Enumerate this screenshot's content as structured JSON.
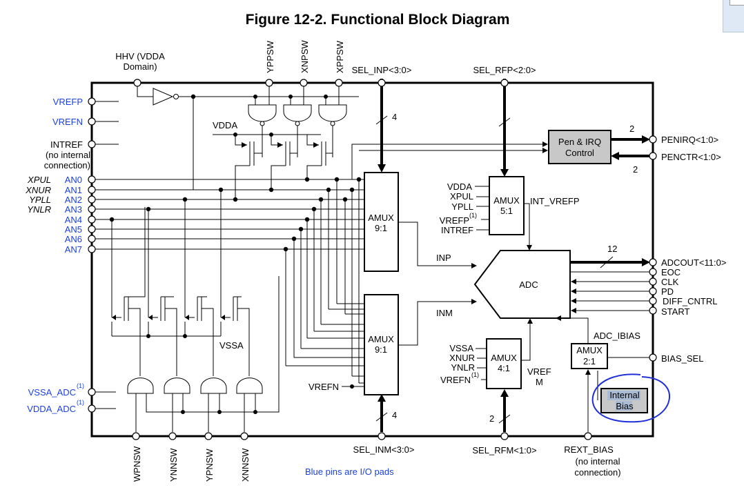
{
  "title": "Figure 12-2. Functional Block Diagram",
  "footnote": "Blue pins are I/O pads",
  "left_pins": {
    "vrefp": "VREFP",
    "vrefn": "VREFN",
    "intref": "INTREF",
    "intref_note1": "(no internal",
    "intref_note2": "connection)",
    "an": [
      "AN0",
      "AN1",
      "AN2",
      "AN3",
      "AN4",
      "AN5",
      "AN6",
      "AN7"
    ],
    "an_alt": [
      "XPUL",
      "XNUR",
      "YPLL",
      "YNLR"
    ],
    "vssa_adc": "VSSA_ADC",
    "vdda_adc": "VDDA_ADC",
    "sup1": "(1)"
  },
  "top_pins": {
    "hhv1": "HHV (VDDA",
    "hhv2": "Domain)",
    "ypsw": "YPPSW",
    "xnsw": "XNPSW",
    "xpsw": "XPPSW",
    "sel_inp": "SEL_INP<3:0>",
    "sel_rfp": "SEL_RFP<2:0>"
  },
  "bottom_pins": {
    "wpnsw": "WPNSW",
    "ynnsw": "YNNSW",
    "ypnsw": "YPNSW",
    "xnnsw": "XNNSW",
    "sel_inm": "SEL_INM<3:0>",
    "sel_rfm": "SEL_RFM<1:0>",
    "rext_bias": "REXT_BIAS",
    "rext_note1": "(no internal",
    "rext_note2": "connection)"
  },
  "right_pins": {
    "penirq": "PENIRQ<1:0>",
    "penctr": "PENCTR<1:0>",
    "adcout": "ADCOUT<11:0>",
    "eoc": "EOC",
    "clk": "CLK",
    "pd": "PD",
    "diff_cntrl": "DIFF_CNTRL",
    "start": "START",
    "bias_sel": "BIAS_SEL"
  },
  "blocks": {
    "pen1": "Pen & IRQ",
    "pen2": "Control",
    "amux_p1": "AMUX",
    "amux_p2": "9:1",
    "amux_m1": "AMUX",
    "amux_m2": "9:1",
    "amux_rp1": "AMUX",
    "amux_rp2": "5:1",
    "amux_rm1": "AMUX",
    "amux_rm2": "4:1",
    "amux_b1": "AMUX",
    "amux_b2": "2:1",
    "adc": "ADC",
    "ib1": "Internal",
    "ib2": "Bias"
  },
  "signals": {
    "vdda": "VDDA",
    "vssa": "VSSA",
    "vrefn": "VREFN",
    "inp": "INP",
    "inm": "INM",
    "int_vrefp": "INT_VREFP",
    "vref_m1": "VREF",
    "vref_m2": "M",
    "adc_ibias": "ADC_IBIAS",
    "rp": [
      "VDDA",
      "XPUL",
      "YPLL",
      "VREFP",
      "INTREF"
    ],
    "rm": [
      "VSSA",
      "XNUR",
      "YNLR",
      "VREFN"
    ],
    "bus4a": "4",
    "bus4b": "4",
    "bus2a": "2",
    "bus2b": "2",
    "bus2c": "2",
    "bus12": "12"
  },
  "colors": {
    "pin_label": "#1a3fe0",
    "block_fill": "#c8c8c8",
    "annotation": "#1f2fd8"
  }
}
